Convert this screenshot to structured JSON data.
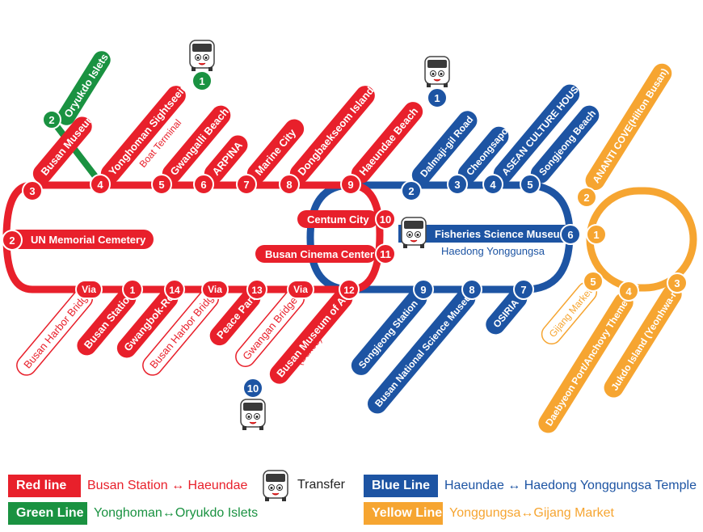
{
  "colors": {
    "red": "#e8202b",
    "blue": "#1d54a3",
    "green": "#1a9241",
    "yellow": "#f6a531"
  },
  "red_line": {
    "labels": {
      "busan_museum": "Busan Museum",
      "yonghoman": "Yonghoman Sightseeing",
      "yonghoman_sub": "Boat Terminal",
      "gwangalli": "Gwangalli Beach",
      "arpina": "ARPINA",
      "marine_city": "Marine City",
      "dongbaekseom": "Dongbaekseom Island",
      "haeundae_beach": "Haeundae Beach",
      "un_memorial": "UN Memorial Cemetery",
      "centum_city": "Centum City",
      "busan_cinema": "Busan Cinema Center",
      "busan_harbor_bridge": "Busan Harbor Bridge",
      "busan_station": "Busan Station",
      "gwangbok": "Gwangbok-Ro",
      "busan_harbor_bridge_2": "Busan Harbor Bridge",
      "peace_park": "Peace Park",
      "gwangan_bridge": "Gwangan Bridge",
      "busan_museum_art": "Busan Museum of Art",
      "bexco": "(Bexco)"
    },
    "numbers": {
      "n3": "3",
      "n4": "4",
      "n5": "5",
      "n6": "6",
      "n7": "7",
      "n8": "8",
      "n9": "9",
      "n2": "2",
      "n10": "10",
      "n11": "11",
      "n12": "12",
      "n13": "13",
      "n14": "14",
      "n1": "1",
      "via": "Via"
    }
  },
  "green_line": {
    "label": "Oryukdo Islets",
    "n2": "2",
    "n1": "1"
  },
  "blue_line": {
    "labels": {
      "dalmaji": "Dalmaji-gil Road",
      "cheongsapo": "Cheongsapo",
      "asean": "ASEAN CULTURE HOUSE",
      "songjeong_beach": "Songjeong Beach",
      "fisheries": "Fisheries Science Museum",
      "yonggungsa": "Haedong Yonggungsa",
      "songjeong_station": "Songjeong Station",
      "busan_science": "Busan National Science Museum",
      "osiria": "OSIRIA"
    },
    "numbers": {
      "n1": "1",
      "n2": "2",
      "n3": "3",
      "n4": "4",
      "n5": "5",
      "n6": "6",
      "n7": "7",
      "n8": "8",
      "n9": "9",
      "n10": "10"
    }
  },
  "yellow_line": {
    "labels": {
      "ananti": "ANANTI COVE(Hilton Busan)",
      "gijang": "Gijang Market",
      "daebyeon": "Daebyeon Port/Anchovy Theme Park",
      "jukdo": "Jukdo Island (Yeonhwa-ri)"
    },
    "numbers": {
      "n1": "1",
      "n2": "2",
      "n3": "3",
      "n4": "4",
      "n5": "5"
    }
  },
  "icons": {
    "bus": "bus-mascot-icon"
  },
  "legend": {
    "red_tag": "Red line",
    "red_desc": "Busan Station ↔ Haeundae",
    "green_tag": "Green Line",
    "green_desc": "Yonghoman↔Oryukdo Islets",
    "transfer": "Transfer",
    "blue_tag": "Blue Line",
    "blue_desc": "Haeundae ↔ Haedong Yonggungsa Temple",
    "yellow_tag": "Yellow Line",
    "yellow_desc": "Yonggungsa↔Gijang Market"
  }
}
